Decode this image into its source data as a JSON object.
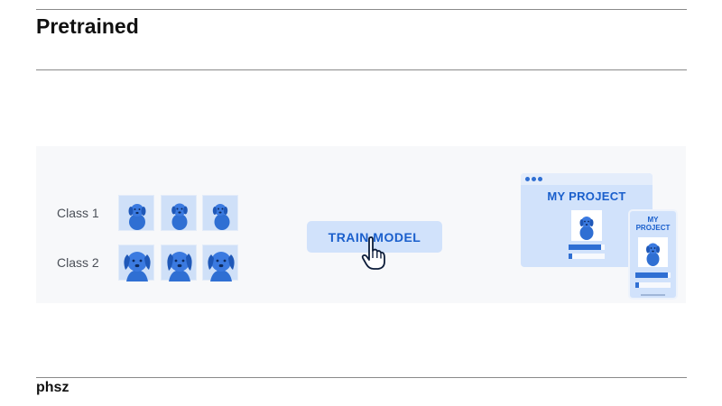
{
  "page": {
    "title": "Pretrained",
    "footer": "phsz"
  },
  "banner": {
    "class_1_label": "Class 1",
    "class_2_label": "Class 2",
    "train_button_label": "TRAIN MODEL",
    "project_window_title": "MY PROJECT",
    "phone_title_line1": "MY",
    "phone_title_line2": "PROJECT"
  },
  "colors": {
    "accent_blue": "#2f6fd3",
    "light_blue": "#d1e2fb",
    "banner_bg": "#f7f8fa"
  },
  "icons": [
    "puppy-icon",
    "dog-face-icon",
    "hand-pointer-icon"
  ]
}
